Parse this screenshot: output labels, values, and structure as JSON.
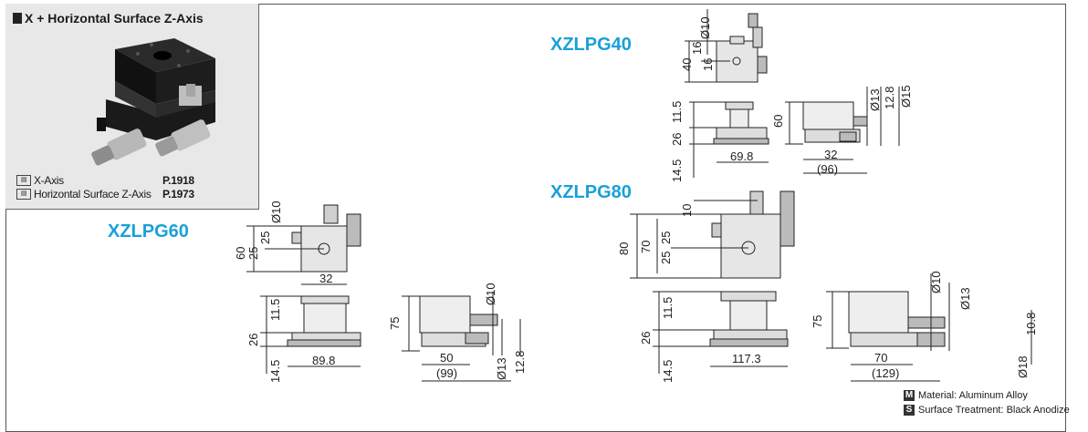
{
  "product": {
    "title": "X + Horizontal Surface Z-Axis",
    "refs": [
      {
        "label": "X-Axis",
        "page": "P.1918"
      },
      {
        "label": "Horizontal Surface Z-Axis",
        "page": "P.1973"
      }
    ]
  },
  "models": {
    "m40": "XZLPG40",
    "m60": "XZLPG60",
    "m80": "XZLPG80"
  },
  "dims40": {
    "d40": "40",
    "d16a": "16",
    "d16b": "16",
    "phi10": "Ø10",
    "d11_5": "11.5",
    "d26": "26",
    "d14_5": "14.5",
    "d69_8": "69.8",
    "d60": "60",
    "d32": "32",
    "d96": "(96)",
    "phi13": "Ø13",
    "d12_8": "12.8",
    "phi15": "Ø15"
  },
  "dims60": {
    "d60": "60",
    "d25a": "25",
    "d25b": "25",
    "phi10": "Ø10",
    "d32": "32",
    "d11_5": "11.5",
    "d26": "26",
    "d14_5": "14.5",
    "d89_8": "89.8",
    "d75": "75",
    "d50": "50",
    "d99": "(99)",
    "phi10b": "Ø10",
    "phi13": "Ø13",
    "d12_8": "12.8"
  },
  "dims80": {
    "d80": "80",
    "d70": "70",
    "d25a": "25",
    "d25b": "25",
    "d10": "10",
    "d11_5": "11.5",
    "d26": "26",
    "d14_5": "14.5",
    "d117_3": "117.3",
    "d75": "75",
    "d70b": "70",
    "d129": "(129)",
    "phi10": "Ø10",
    "phi13": "Ø13",
    "phi18": "Ø18",
    "d10_8": "10.8"
  },
  "legend": {
    "m_badge": "M",
    "m_text": "Material: Aluminum Alloy",
    "s_badge": "S",
    "s_text": "Surface Treatment: Black Anodize"
  }
}
